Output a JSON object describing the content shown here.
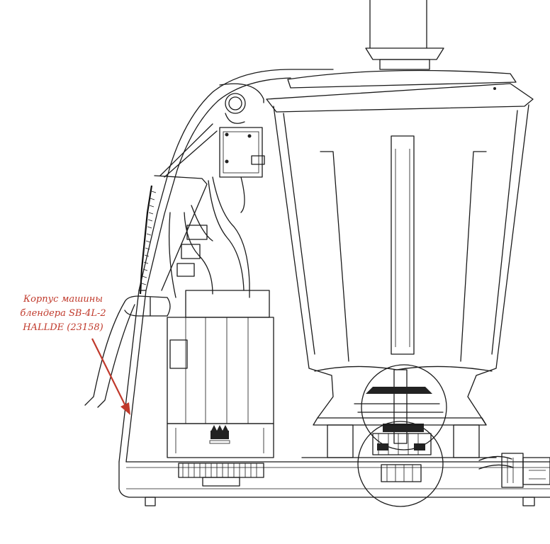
{
  "callout": {
    "lines": [
      "Корпус машины",
      "блендера SB-4L-2",
      "HALLDE (23158)"
    ],
    "color": "#c0392b"
  },
  "drawing": {
    "line_color": "#1a1a1a",
    "hatch_color": "#222222"
  }
}
